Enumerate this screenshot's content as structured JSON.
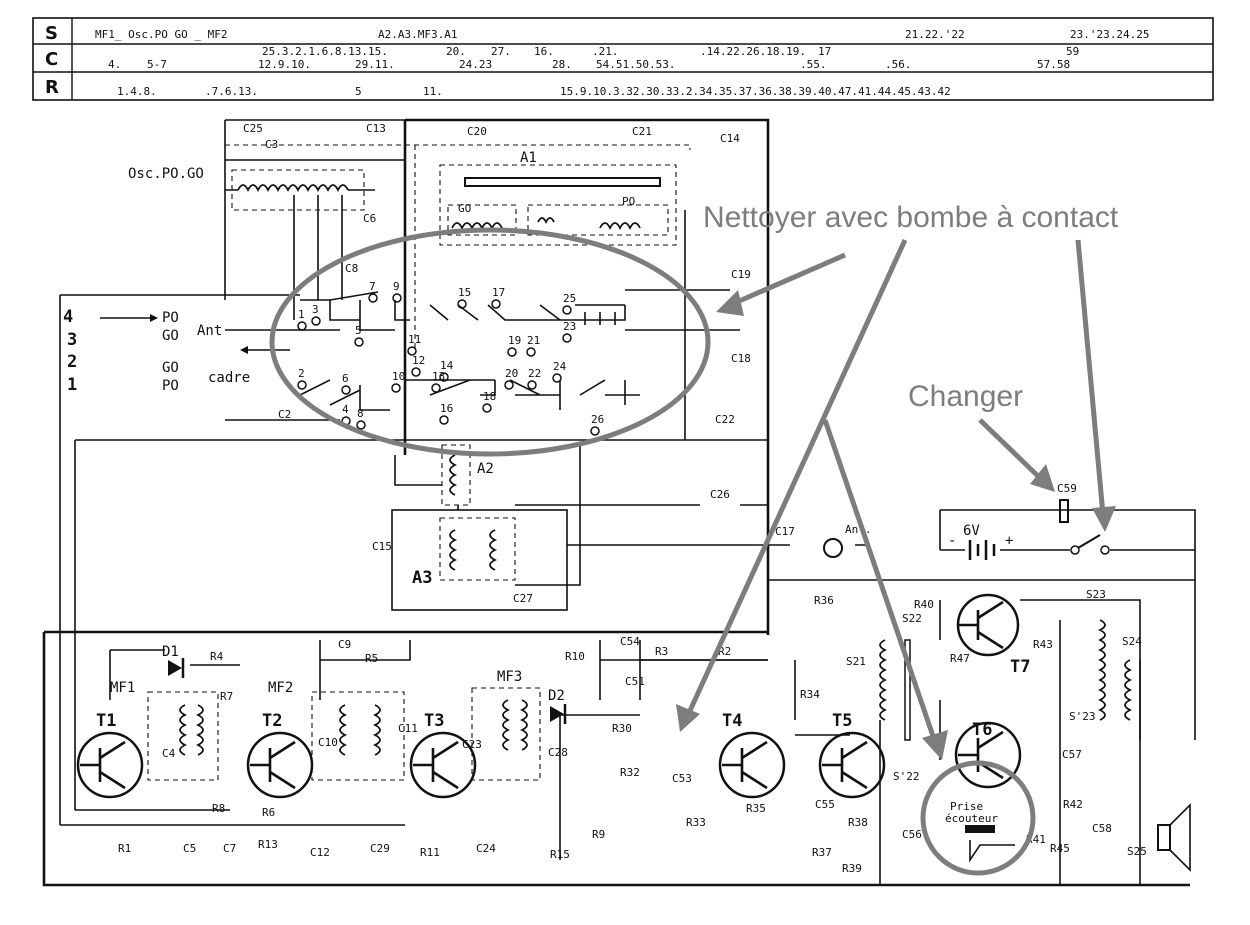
{
  "header": {
    "rows": [
      {
        "label": "S",
        "cells": [
          "MF1_ Osc.PO GO _ MF2",
          "A2.A3.MF3.A1",
          "21.22.'22",
          "23.'23.24.25"
        ]
      },
      {
        "label": "C",
        "line1": [
          "25.3.2.1.6.8.13.15.",
          "20.",
          "27.",
          "16.",
          ".21.",
          ".14.22.26.18.19.",
          "17",
          "59"
        ],
        "line2": [
          "4.",
          "5-7",
          "12.9.10.",
          "29.11.",
          "24.23",
          "28.",
          "54.51.50.53.",
          ".55.",
          ".56.",
          "57.58"
        ]
      },
      {
        "label": "R",
        "cells": [
          "1.4.8.",
          ".7.6.13.",
          "5",
          "11.",
          "15.9.10.3.32.30.33.2.34.35.37.36.38.39.40.47.41.44.45.43.42"
        ]
      }
    ]
  },
  "annotations": {
    "clean": "Nettoyer avec bombe à contact",
    "replace": "Changer"
  },
  "band_labels": {
    "n4": "4",
    "n3": "3",
    "n2": "2",
    "n1": "1",
    "po": "PO",
    "go": "GO",
    "ant": "Ant",
    "go2": "GO",
    "po2": "PO",
    "cadre": "cadre"
  },
  "blocks": {
    "osc": "Osc.PO.GO",
    "a1": "A1",
    "a2": "A2",
    "a3": "A3",
    "mf1": "MF1",
    "mf2": "MF2",
    "mf3": "MF3",
    "go_coil": "GO",
    "po_coil": "PO",
    "battery": "6V",
    "ant2": "Ant.",
    "prise": "Prise",
    "ecouteur": "écouteur"
  },
  "transistors": [
    "T1",
    "T2",
    "T3",
    "T4",
    "T5",
    "T6",
    "T7"
  ],
  "diodes": [
    "D1",
    "D2"
  ],
  "capacitors": [
    "C25",
    "C13",
    "C20",
    "C21",
    "C14",
    "C3",
    "C6",
    "C8",
    "C2",
    "C19",
    "C18",
    "C22",
    "C26",
    "C17",
    "C15",
    "C27",
    "C9",
    "C54",
    "C51",
    "C4",
    "C10",
    "C11",
    "C23",
    "C28",
    "C53",
    "C55",
    "C56",
    "C57",
    "C58",
    "C5",
    "C7",
    "C12",
    "C29",
    "C24",
    "C59"
  ],
  "resistors": [
    "R4",
    "R5",
    "R7",
    "R8",
    "R6",
    "R13",
    "R1",
    "R11",
    "R9",
    "R15",
    "R10",
    "R3",
    "R2",
    "R30",
    "R32",
    "R34",
    "R33",
    "R35",
    "R37",
    "R38",
    "R39",
    "R36",
    "R40",
    "R47",
    "R43",
    "R42",
    "R41",
    "R45"
  ],
  "transformers": [
    "S21",
    "S22",
    "S'22",
    "S23",
    "S'23",
    "S24",
    "S25"
  ],
  "switch_contacts": [
    "1",
    "2",
    "3",
    "4",
    "5",
    "6",
    "7",
    "8",
    "9",
    "10",
    "11",
    "12",
    "13",
    "14",
    "15",
    "16",
    "17",
    "18",
    "19",
    "20",
    "21",
    "22",
    "23",
    "24",
    "25",
    "26"
  ],
  "plus_sign": "+",
  "minus_sign": "-"
}
